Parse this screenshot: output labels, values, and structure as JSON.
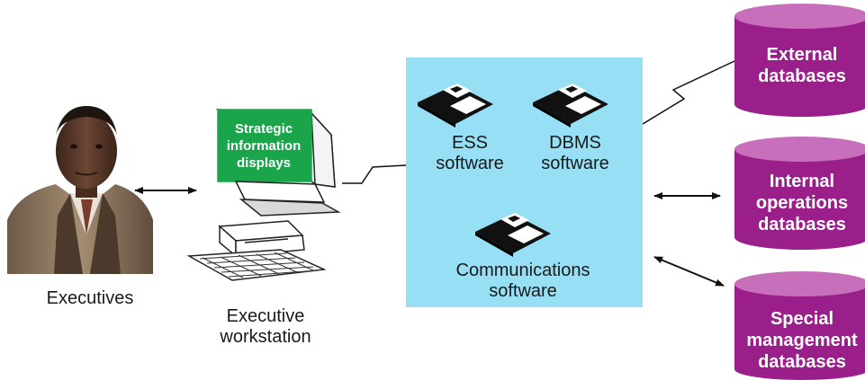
{
  "people": {
    "label": "Executives"
  },
  "workstation": {
    "screen_lines": [
      "Strategic",
      "information",
      "displays"
    ],
    "label_lines": [
      "Executive",
      "workstation"
    ]
  },
  "server": {
    "ess_lines": [
      "ESS",
      "software"
    ],
    "dbms_lines": [
      "DBMS",
      "software"
    ],
    "comm_lines": [
      "Communications",
      "software"
    ]
  },
  "databases": [
    {
      "lines": [
        "External",
        "databases"
      ]
    },
    {
      "lines": [
        "Internal",
        "operations",
        "databases"
      ]
    },
    {
      "lines": [
        "Special",
        "management",
        "databases"
      ]
    }
  ],
  "colors": {
    "server_bg": "#97dff5",
    "screen_green": "#1aa54b",
    "db_purple": "#9b1f8b",
    "db_top": "#c86fbc"
  }
}
